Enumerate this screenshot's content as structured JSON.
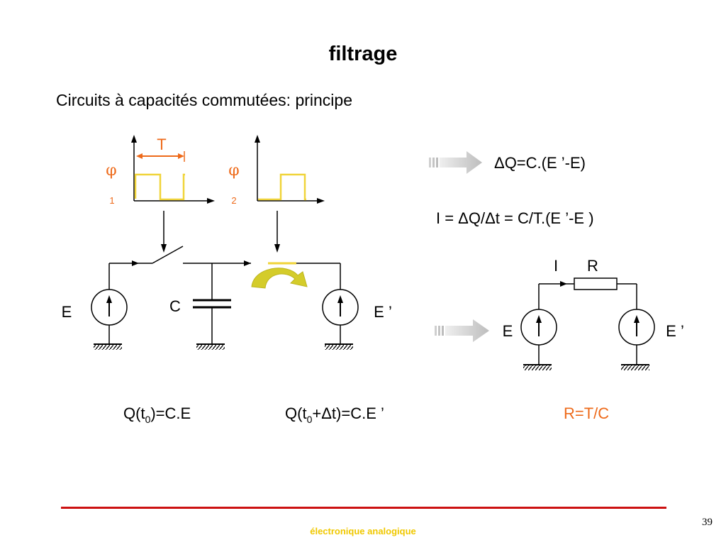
{
  "slide": {
    "title": "filtrage",
    "subtitle": "Circuits à capacités commutées: principe",
    "footer": "électronique analogique",
    "page_number": "39"
  },
  "timing": {
    "period_label": "T",
    "phi_symbol": "φ",
    "phase1_index": "1",
    "phase2_index": "2"
  },
  "circuit": {
    "source_left_label": "E",
    "capacitor_label": "C",
    "source_right_label": "E ’"
  },
  "equations": {
    "delta_q": "ΔQ=C.(E ’-E)",
    "current": "I = ΔQ/Δt = C/T.(E ’-E )",
    "q_t0_prefix": "Q(t",
    "q_t0_sub": "0",
    "q_t0_suffix": ")=C.E",
    "q_t0dt_prefix": "Q(t",
    "q_t0dt_sub": "0",
    "q_t0dt_suffix": "+Δt)=C.E ’",
    "result": "R=T/C"
  },
  "equivalent": {
    "current_label": "I",
    "resistor_label": "R",
    "source_left_label": "E",
    "source_right_label": "E ’"
  },
  "colors": {
    "orange": "#ee6a1a",
    "yellow": "#f0d43a",
    "arrow_grey": "#c8c8c8",
    "footer_rule": "#cc1111",
    "footer_text": "#f0c800"
  }
}
